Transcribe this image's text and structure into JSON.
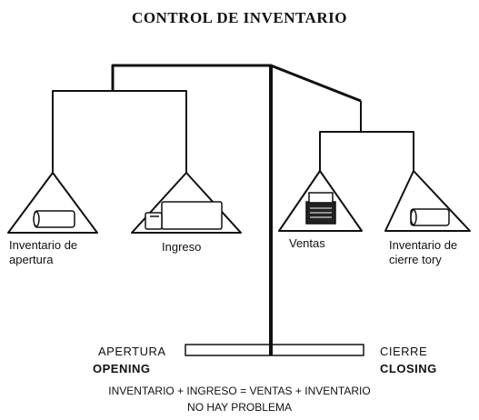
{
  "title": "CONTROL DE INVENTARIO",
  "pans": {
    "opening_inventory": "Inventario de apertura",
    "income": "Ingreso",
    "sales": "Ventas",
    "closing_inventory": "Inventario de cierre tory"
  },
  "base": {
    "left_top": "APERTURA",
    "left_bottom": "OPENING",
    "right_top": "CIERRE",
    "right_bottom": "CLOSING"
  },
  "equation": "INVENTARIO + INGRESO = VENTAS + INVENTARIO",
  "conclusion": "NO HAY PROBLEMA",
  "colors": {
    "ink": "#111111",
    "background": "#ffffff"
  }
}
